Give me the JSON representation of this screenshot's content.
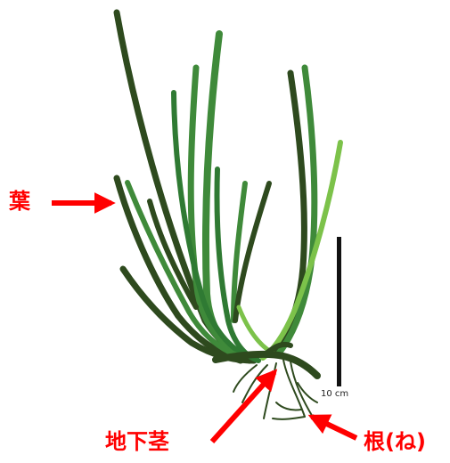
{
  "labels": {
    "leaf": "葉",
    "rhizome": "地下茎",
    "root": "根(ね)"
  },
  "scale_bar": {
    "text": "10 cm"
  },
  "colors": {
    "label": "#ff0000",
    "leaf_dark": "#2e4a1e",
    "leaf_mid": "#3f8a3a",
    "leaf_light": "#7cc24a",
    "scale_bar": "#111111"
  }
}
